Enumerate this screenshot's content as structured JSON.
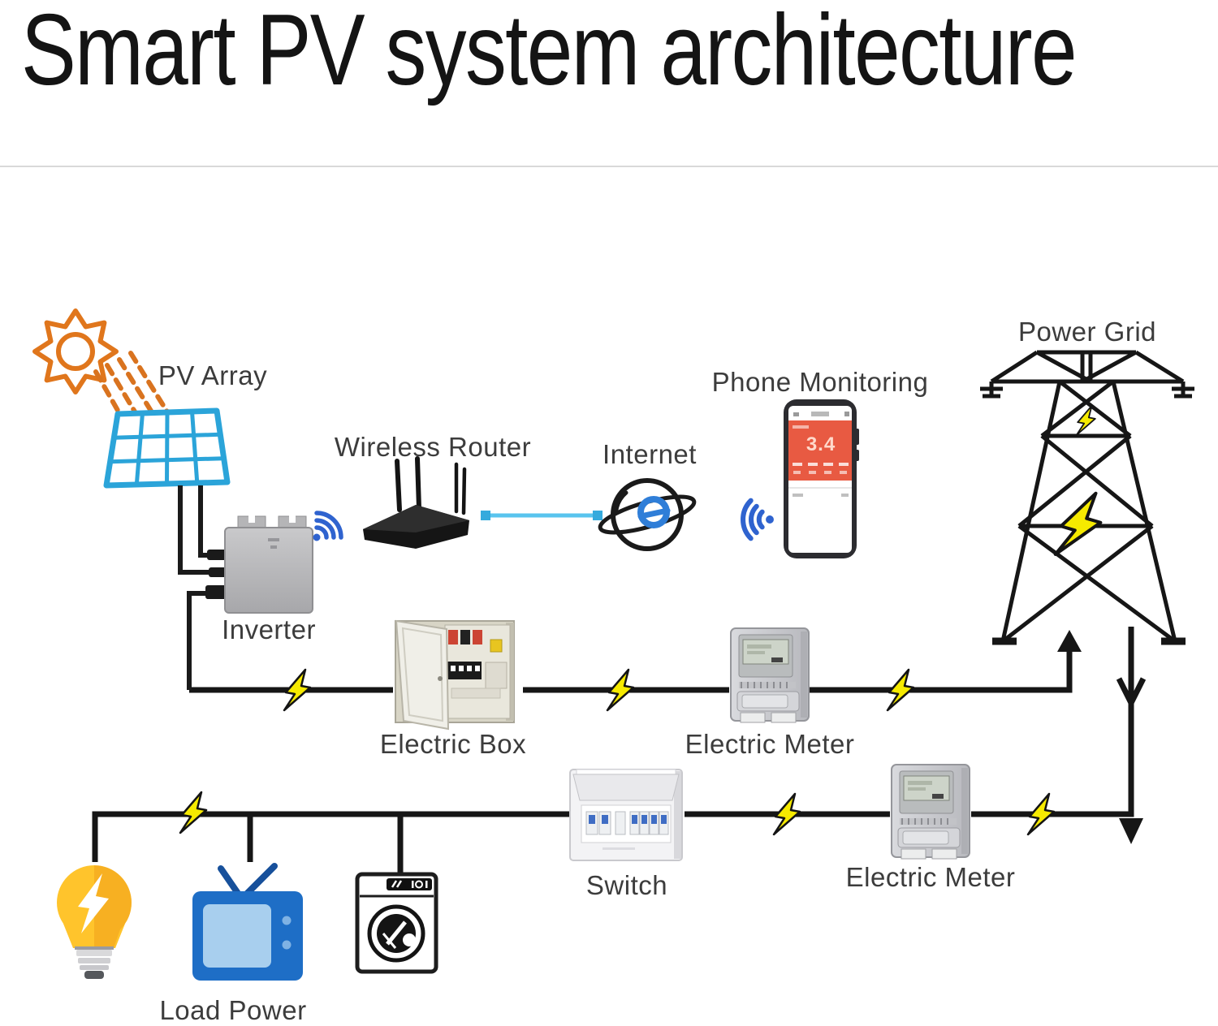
{
  "title": "Smart PV system architecture",
  "labels": {
    "pv_array": "PV Array",
    "wireless_router": "Wireless Router",
    "internet": "Internet",
    "phone_monitoring": "Phone Monitoring",
    "power_grid": "Power Grid",
    "inverter": "Inverter",
    "electric_box": "Electric Box",
    "electric_meter_top": "Electric Meter",
    "switch": "Switch",
    "electric_meter_bottom": "Electric Meter",
    "load_power": "Load Power"
  },
  "phone": {
    "reading": "3.4"
  },
  "colors": {
    "panel_blue": "#2ba4d9",
    "sun_orange": "#e0761c",
    "wifi_blue": "#2f63cf",
    "bolt_yellow": "#f6ea00",
    "line_black": "#161616",
    "link_blue": "#59c4ee",
    "tv_blue": "#1e6ec6",
    "bulb_yellow": "#ffc42c",
    "phone_red": "#e85a42"
  }
}
